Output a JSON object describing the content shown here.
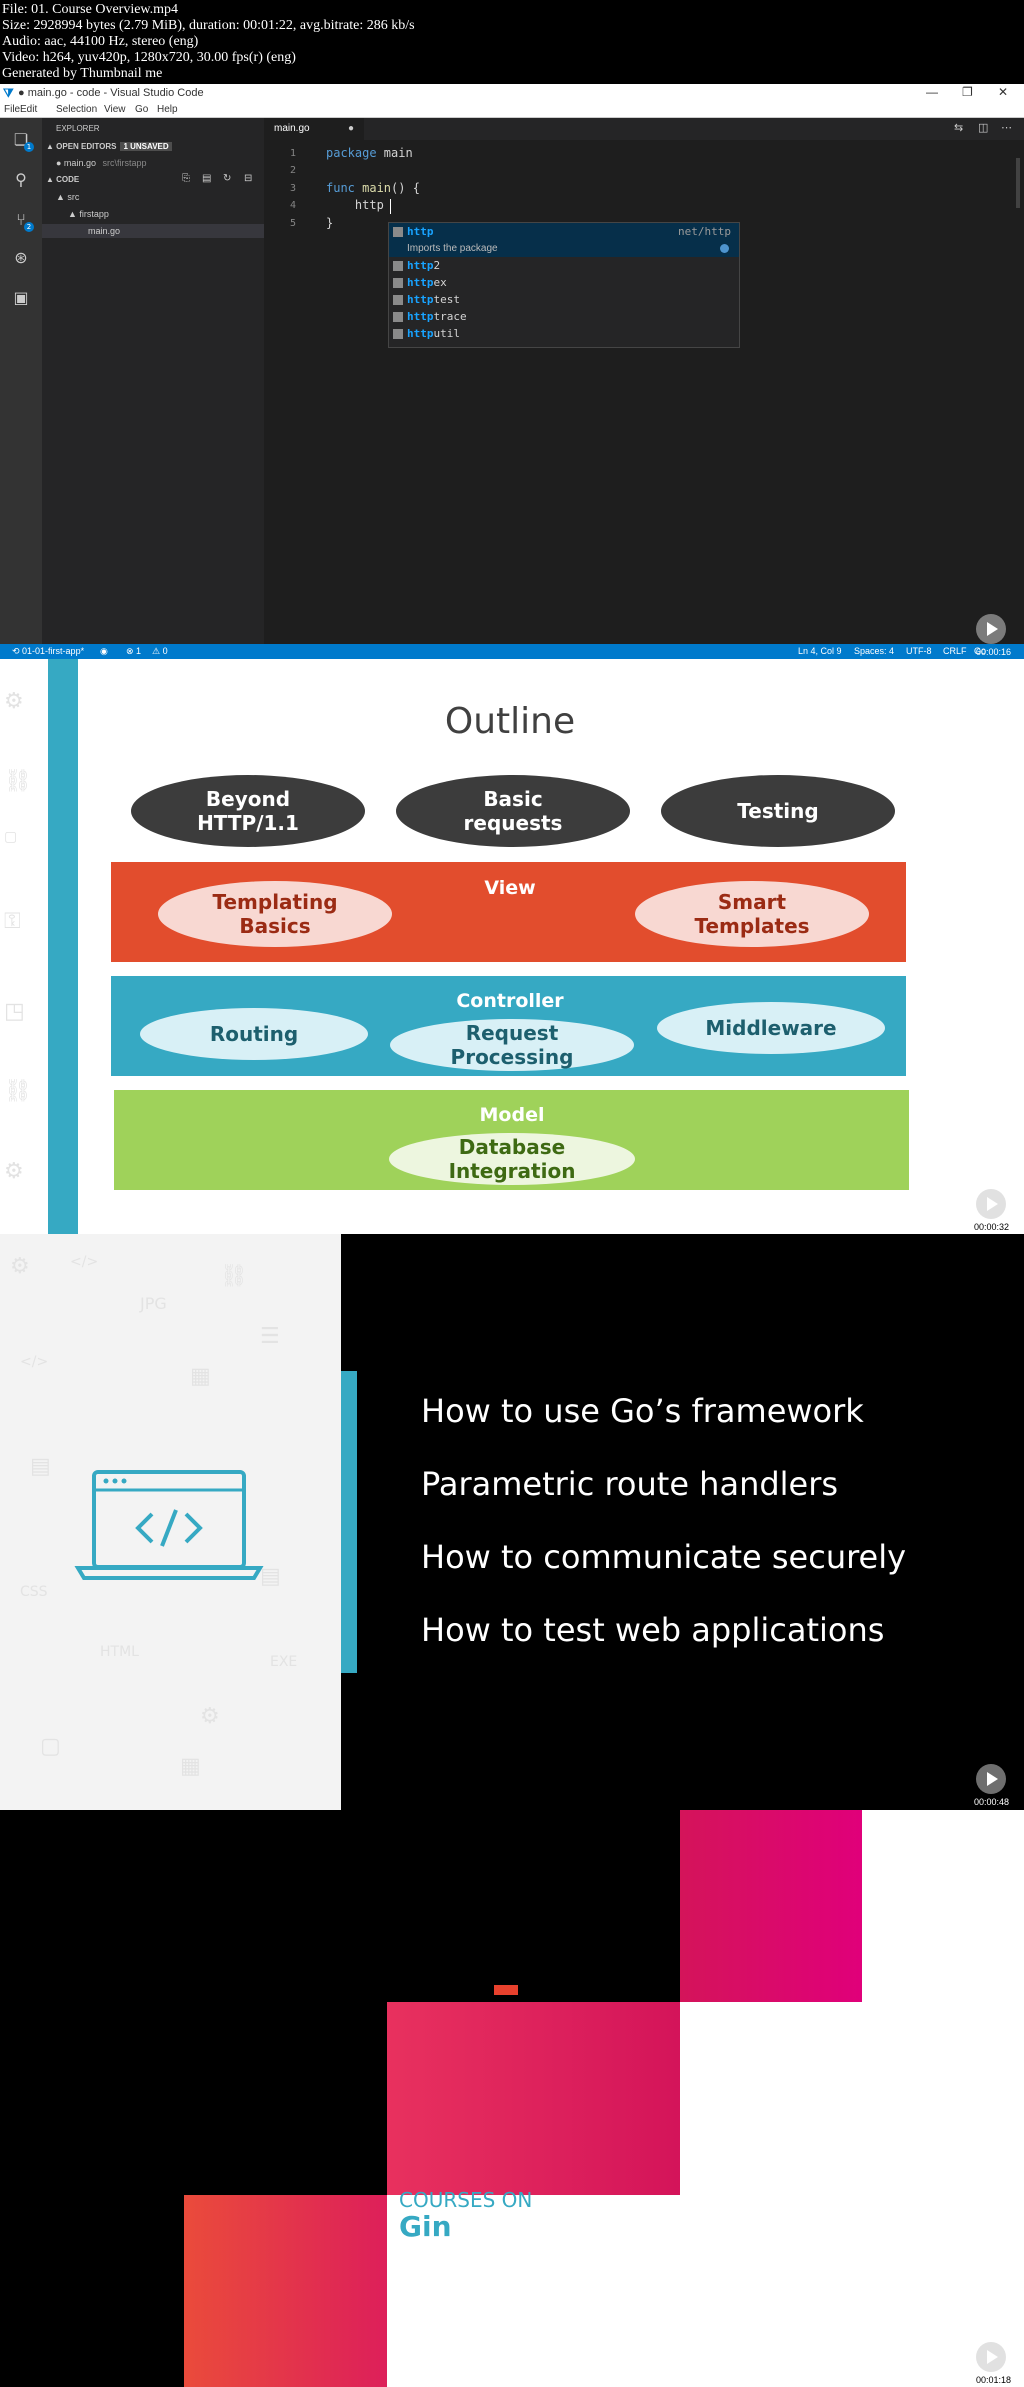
{
  "header": {
    "lines": [
      "File: 01. Course Overview.mp4",
      "Size: 2928994 bytes (2.79 MiB), duration: 00:01:22, avg.bitrate: 286 kb/s",
      "Audio: aac, 44100 Hz, stereo (eng)",
      "Video: h264, yuv420p, 1280x720, 30.00 fps(r) (eng)",
      "Generated by Thumbnail me"
    ]
  },
  "vscode": {
    "window_title": "● main.go - code - Visual Studio Code",
    "menu": [
      "File",
      "Edit",
      "Selection",
      "View",
      "Go",
      "Help"
    ],
    "explorer_title": "EXPLORER",
    "open_editors_label": "▲ OPEN EDITORS",
    "unsaved_badge": "1 UNSAVED",
    "open_file": "● main.go",
    "open_file_path": "src\\firstapp",
    "folder_label": "▲ CODE",
    "tree": [
      "▲ src",
      "▲ firstapp",
      "main.go"
    ],
    "tab_label": "main.go",
    "tab_dirty": "●",
    "line_numbers": [
      "1",
      "2",
      "3",
      "4",
      "5"
    ],
    "code": {
      "l1_kw": "package",
      "l1_rest": " main",
      "l3_kw": "func",
      "l3_fn": " main",
      "l3_rest": "() {",
      "l4": "    http",
      "l5": "}"
    },
    "suggestions": [
      {
        "match": "http",
        "rest": "",
        "detail": "net/http"
      },
      {
        "match": "http",
        "rest": "2"
      },
      {
        "match": "http",
        "rest": "ex"
      },
      {
        "match": "http",
        "rest": "test"
      },
      {
        "match": "http",
        "rest": "trace"
      },
      {
        "match": "http",
        "rest": "util"
      }
    ],
    "suggestion_doc": "Imports the package",
    "activity_badges": [
      "1",
      "2"
    ],
    "status": {
      "branch": "⟲ 01-01-first-app*",
      "errors": "⊗ 1",
      "warnings": "⚠ 0",
      "position": "Ln 4, Col 9",
      "spaces": "Spaces: 4",
      "encoding": "UTF-8",
      "eol": "CRLF",
      "language": "Go"
    },
    "timestamp": "00:00:16"
  },
  "outline": {
    "title": "Outline",
    "top_pills": [
      {
        "line1": "Beyond",
        "line2": "HTTP/1.1"
      },
      {
        "line1": "Basic",
        "line2": "requests"
      },
      {
        "line1": "Testing",
        "line2": ""
      }
    ],
    "view": {
      "label": "View",
      "left1": "Templating",
      "left2": "Basics",
      "right1": "Smart",
      "right2": "Templates"
    },
    "controller": {
      "label": "Controller",
      "left": "Routing",
      "mid1": "Request",
      "mid2": "Processing",
      "right": "Middleware"
    },
    "model": {
      "label": "Model",
      "mid1": "Database",
      "mid2": "Integration"
    },
    "timestamp": "00:00:32",
    "colors": {
      "dark_pill": "#3c3c3c",
      "view_band": "#e24d2d",
      "view_pill": "#f8d8d2",
      "ctrl_band": "#36a9c3",
      "ctrl_pill": "#d8f0f6",
      "model_band": "#9fd25a",
      "model_pill": "#edf6df",
      "accent_bar": "#36a9c3"
    }
  },
  "bullets_slide": {
    "items": [
      "How to use Go’s framework",
      "Parametric route handlers",
      "How to communicate securely",
      "How to test web applications"
    ],
    "timestamp": "00:00:48"
  },
  "end_slide": {
    "small": "COURSES ON",
    "big": "Gin",
    "timestamp": "00:01:18"
  }
}
